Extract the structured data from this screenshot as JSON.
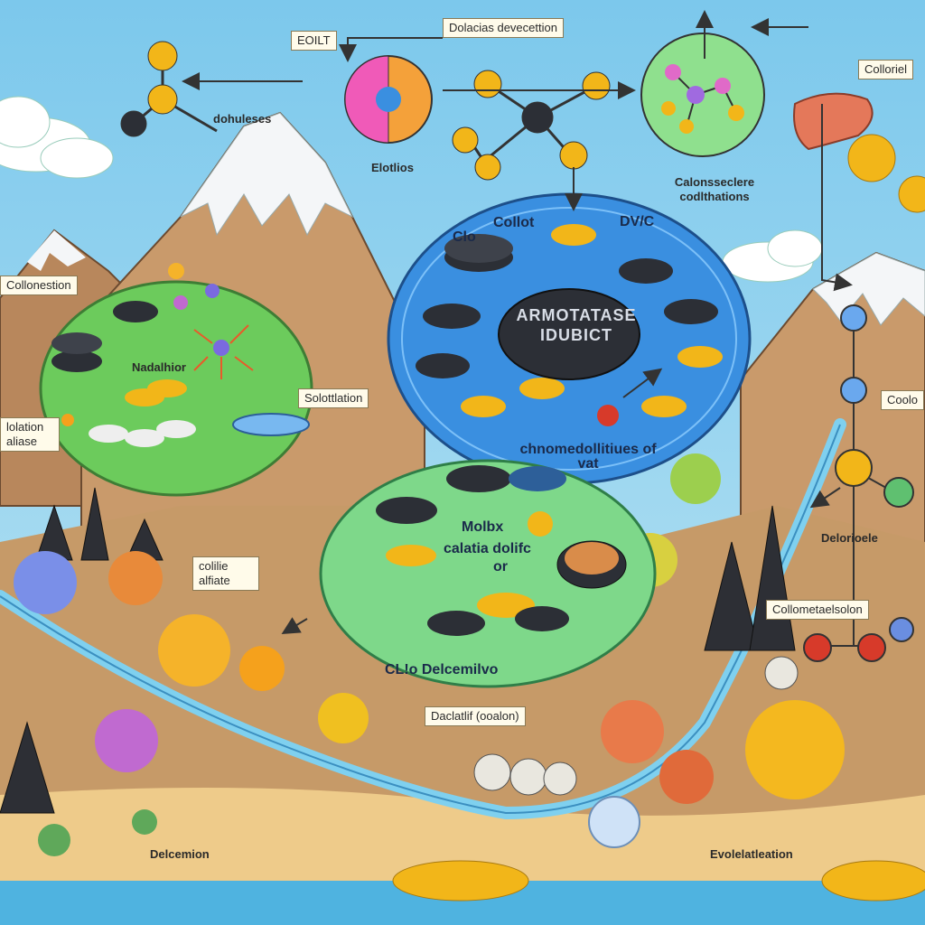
{
  "labels": {
    "top_center": "Dolacias devecettion",
    "top_left": "EOILT",
    "left_molecule": "dohuleses",
    "pie_caption": "Elotlios",
    "top_right": "Colloriel",
    "mid_top_right": "Calonsseclere codlthations",
    "left_edge_1": "Collonestion",
    "left_edge_2": "lolation aliase",
    "green_zone": "Nadalhior",
    "green_zone_right": "Solottlation",
    "blue_zone_top_a": "Clo",
    "blue_zone_top_b": "Collot",
    "blue_zone_top_c": "DV/C",
    "center_disc": "ARMOTATASE IDUBICT",
    "blue_zone_bottom": "chnomedollitiues of vat",
    "lower_zone_a": "Molbx",
    "lower_zone_b": "calatia dolifc",
    "lower_zone_c": "or",
    "lower_zone_bottom": "CL!o Delcemilvo",
    "left_mid": "colilie alfiate",
    "river_label": "Daclatlif (ooalon)",
    "right_edge_1": "Coolo",
    "right_mid_1": "Delorioele",
    "right_mid_2": "Collometaelsolon",
    "bottom_left": "Delcemion",
    "bottom_right": "Evolelatleation"
  },
  "colors": {
    "sky": "#8fd3ef",
    "sea": "#4fb3e0",
    "sand": "#eecb8a",
    "mountain": "#c99a6b",
    "snow": "#f4f6f8",
    "green_zone": "#6ccb5c",
    "blue_zone": "#3a8fe0",
    "lower_zone": "#7ed88a",
    "pill_dark": "#2c2f36",
    "pill_gold": "#f2b619",
    "accent_orange": "#f5a11c"
  }
}
